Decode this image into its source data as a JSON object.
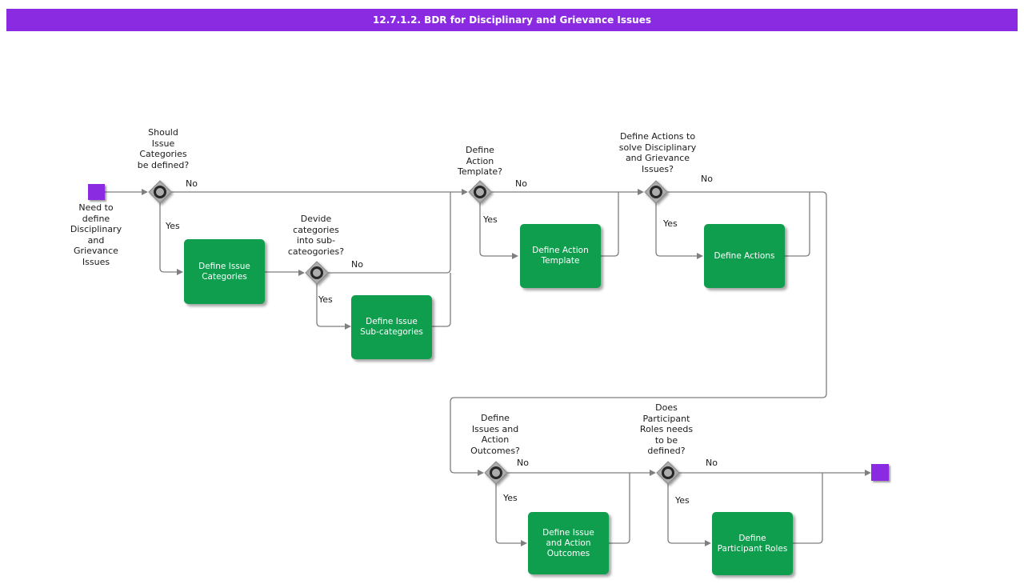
{
  "title": "12.7.1.2. BDR for Disciplinary and Grievance Issues",
  "colors": {
    "accent_purple": "#8A2BE2",
    "task_green": "#0F9D4E",
    "connector_gray": "#7F7F7F",
    "gateway_gray": "#ACACAC"
  },
  "start": {
    "label": "Need to\ndefine\nDisciplinary\nand\nGrievance\nIssues"
  },
  "decisions": [
    {
      "question": "Should\nIssue\nCategories\nbe defined?",
      "yes_label": "Yes",
      "no_label": "No"
    },
    {
      "question": "Devide\ncategories\ninto sub-\ncateogories?",
      "yes_label": "Yes",
      "no_label": "No"
    },
    {
      "question": "Define\nAction\nTemplate?",
      "yes_label": "Yes",
      "no_label": "No"
    },
    {
      "question": "Define Actions to\nsolve Disciplinary\nand Grievance\nIssues?",
      "yes_label": "Yes",
      "no_label": "No"
    },
    {
      "question": "Define\nIssues and\nAction\nOutcomes?",
      "yes_label": "Yes",
      "no_label": "No"
    },
    {
      "question": "Does\nParticipant\nRoles needs\nto be\ndefined?",
      "yes_label": "Yes",
      "no_label": "No"
    }
  ],
  "tasks": [
    {
      "label": "Define Issue\nCategories"
    },
    {
      "label": "Define Issue\nSub-categories"
    },
    {
      "label": "Define Action\nTemplate"
    },
    {
      "label": "Define Actions"
    },
    {
      "label": "Define Issue\nand Action\nOutcomes"
    },
    {
      "label": "Define\nParticipant Roles"
    }
  ]
}
